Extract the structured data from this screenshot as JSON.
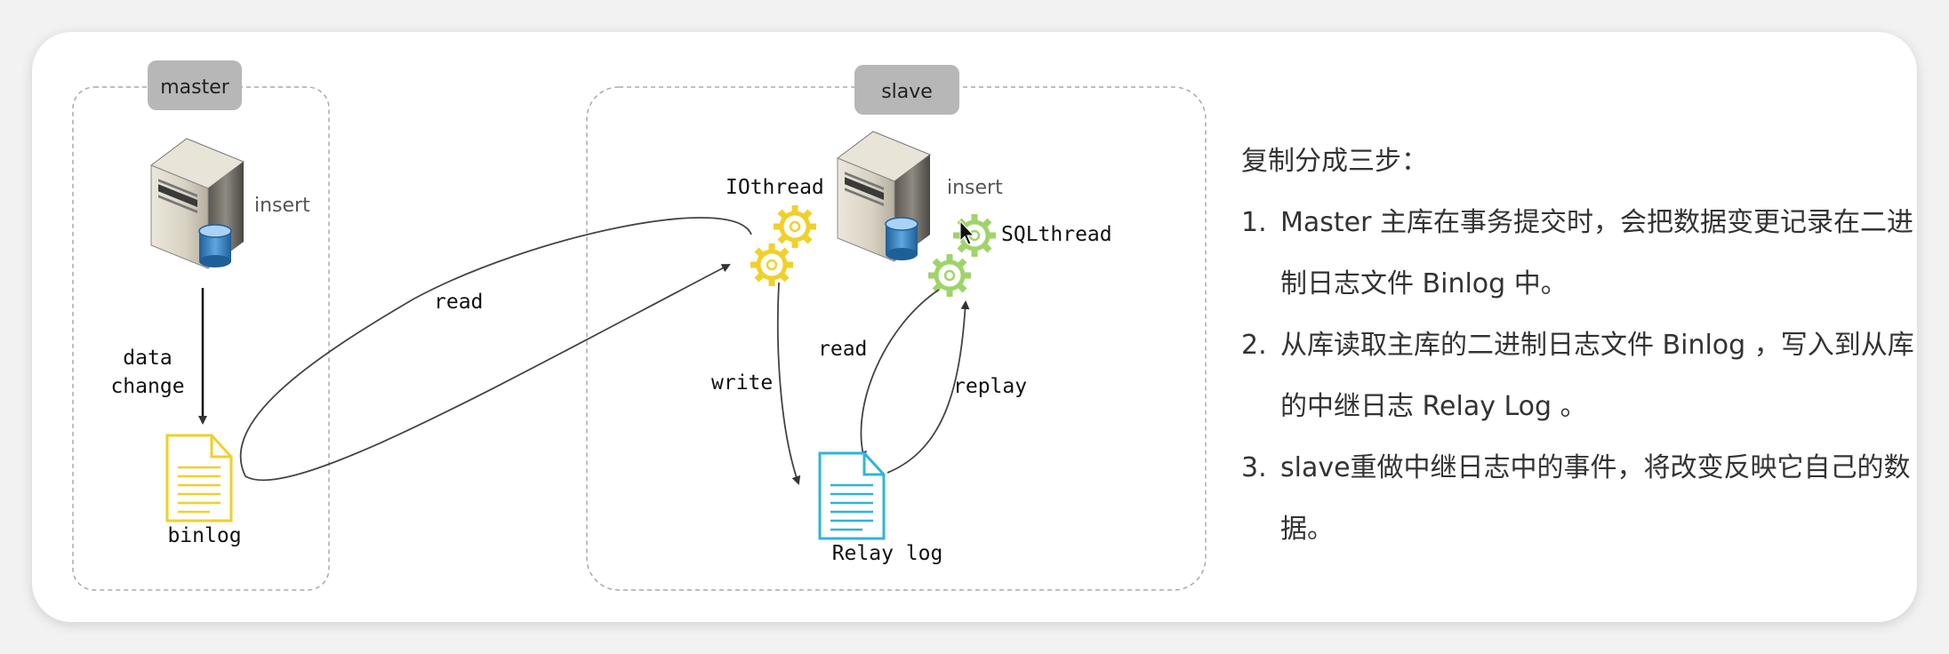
{
  "master": {
    "label": "master",
    "insert_label": "insert",
    "data_change_label_line1": "data",
    "data_change_label_line2": "change",
    "binlog_label": "binlog"
  },
  "slave": {
    "label": "slave",
    "insert_label": "insert",
    "io_thread_label": "IOthread",
    "sql_thread_label": "SQLthread",
    "relay_log_label": "Relay log",
    "write_label": "write",
    "read_label": "read",
    "replay_label": "replay"
  },
  "flow": {
    "read_label": "read"
  },
  "steps": {
    "intro": "复制分成三步：",
    "items": [
      {
        "num": "1.",
        "text": "Master 主库在事务提交时，会把数据变更记录在二进制日志文件 Binlog 中。"
      },
      {
        "num": "2.",
        "text": "从库读取主库的二进制日志文件 Binlog ，写入到从库的中继日志 Relay Log 。"
      },
      {
        "num": "3.",
        "text": "slave重做中继日志中的事件，将改变反映它自己的数据。"
      }
    ]
  },
  "colors": {
    "gear_io": "#f2d02a",
    "gear_sql": "#9fd46a",
    "binlog_doc": "#f2cf2a",
    "relay_doc": "#2fb4d6",
    "label_bg": "#b7b7b7",
    "arrow": "#333333"
  }
}
